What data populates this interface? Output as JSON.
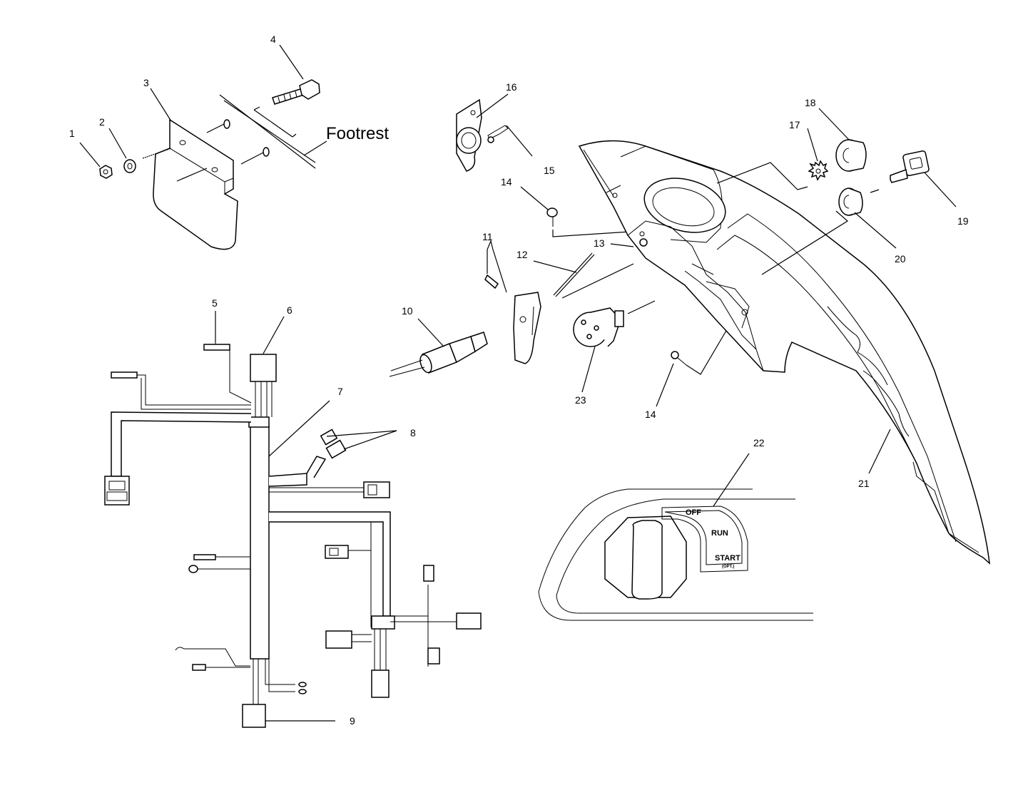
{
  "callouts": {
    "c1": "1",
    "c2": "2",
    "c3": "3",
    "c4": "4",
    "c5": "5",
    "c6": "6",
    "c7": "7",
    "c8": "8",
    "c9": "9",
    "c10": "10",
    "c11": "11",
    "c12": "12",
    "c13": "13",
    "c14a": "14",
    "c14b": "14",
    "c15": "15",
    "c16": "16",
    "c17": "17",
    "c18": "18",
    "c19": "19",
    "c20": "20",
    "c21": "21",
    "c22": "22",
    "c23": "23"
  },
  "labels": {
    "footrest": "Footrest"
  },
  "ignition_switch": {
    "off": "OFF",
    "run": "RUN",
    "start": "START",
    "opt": "(OPT.)"
  }
}
